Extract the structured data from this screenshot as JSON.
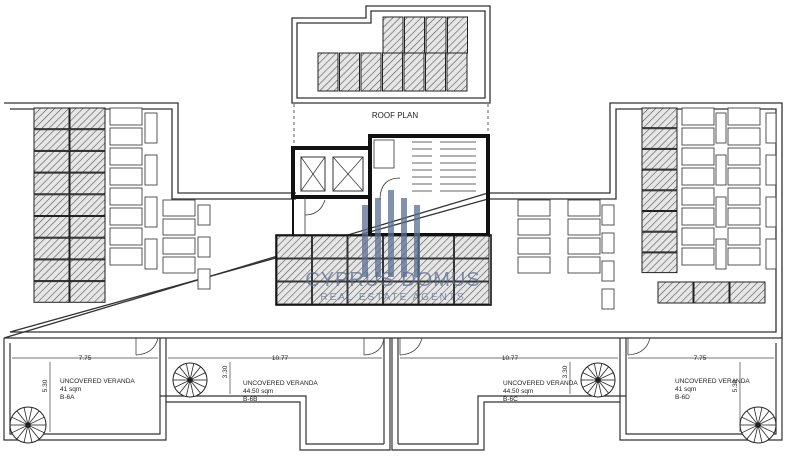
{
  "plan": {
    "title": "ROOF PLAN",
    "colors": {
      "line": "#333333",
      "panel_fill": "#d9d9d9",
      "wall": "#111111",
      "watermark": "#5b6f92"
    }
  },
  "watermark": {
    "line1": "CYPRUS DOMUS",
    "line2": "REAL ESTATE AGENTS"
  },
  "verandas": [
    {
      "label": "UNCOVERED VERANDA",
      "area": "41 sqm",
      "unit": "B-6A",
      "width_dim": "7.75",
      "depth_dim": "5.30"
    },
    {
      "label": "UNCOVERED VERANDA",
      "area": "44.50 sqm",
      "unit": "B-6B",
      "width_dim": "10.77",
      "depth_dim": "3.30"
    },
    {
      "label": "UNCOVERED VERANDA",
      "area": "44.50 sqm",
      "unit": "B-6C",
      "width_dim": "10.77",
      "depth_dim": "3.30"
    },
    {
      "label": "UNCOVERED VERANDA",
      "area": "41 sqm",
      "unit": "B-6D",
      "width_dim": "7.75",
      "depth_dim": "5.30"
    }
  ],
  "icons": [
    "spiral-stair-icon",
    "door-swing-icon",
    "solar-panel-icon",
    "water-heater-icon"
  ]
}
